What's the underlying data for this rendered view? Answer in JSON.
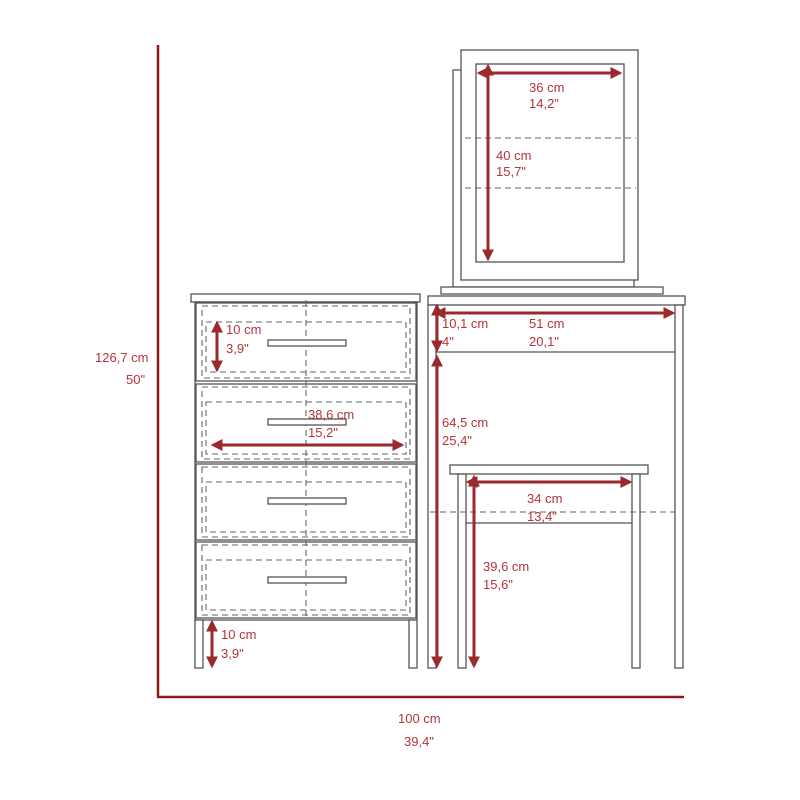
{
  "accent_color": "#9b2a2e",
  "dimensions": {
    "mirror_width": {
      "cm": "36 cm",
      "in": "14,2\""
    },
    "mirror_height": {
      "cm": "40 cm",
      "in": "15,7\""
    },
    "total_height": {
      "cm": "126,7 cm",
      "in": "50\""
    },
    "drawer_height": {
      "cm": "10 cm",
      "in": "3,9\""
    },
    "desk_apron": {
      "cm": "10,1 cm",
      "in": "4\""
    },
    "desk_width": {
      "cm": "51 cm",
      "in": "20,1\""
    },
    "drawer_width": {
      "cm": "38,6 cm",
      "in": "15,2\""
    },
    "desk_clearance": {
      "cm": "64,5 cm",
      "in": "25,4\""
    },
    "stool_width": {
      "cm": "34 cm",
      "in": "13,4\""
    },
    "stool_height": {
      "cm": "39,6 cm",
      "in": "15,6\""
    },
    "base_height": {
      "cm": "10 cm",
      "in": "3,9\""
    },
    "total_width": {
      "cm": "100 cm",
      "in": "39,4\""
    }
  }
}
